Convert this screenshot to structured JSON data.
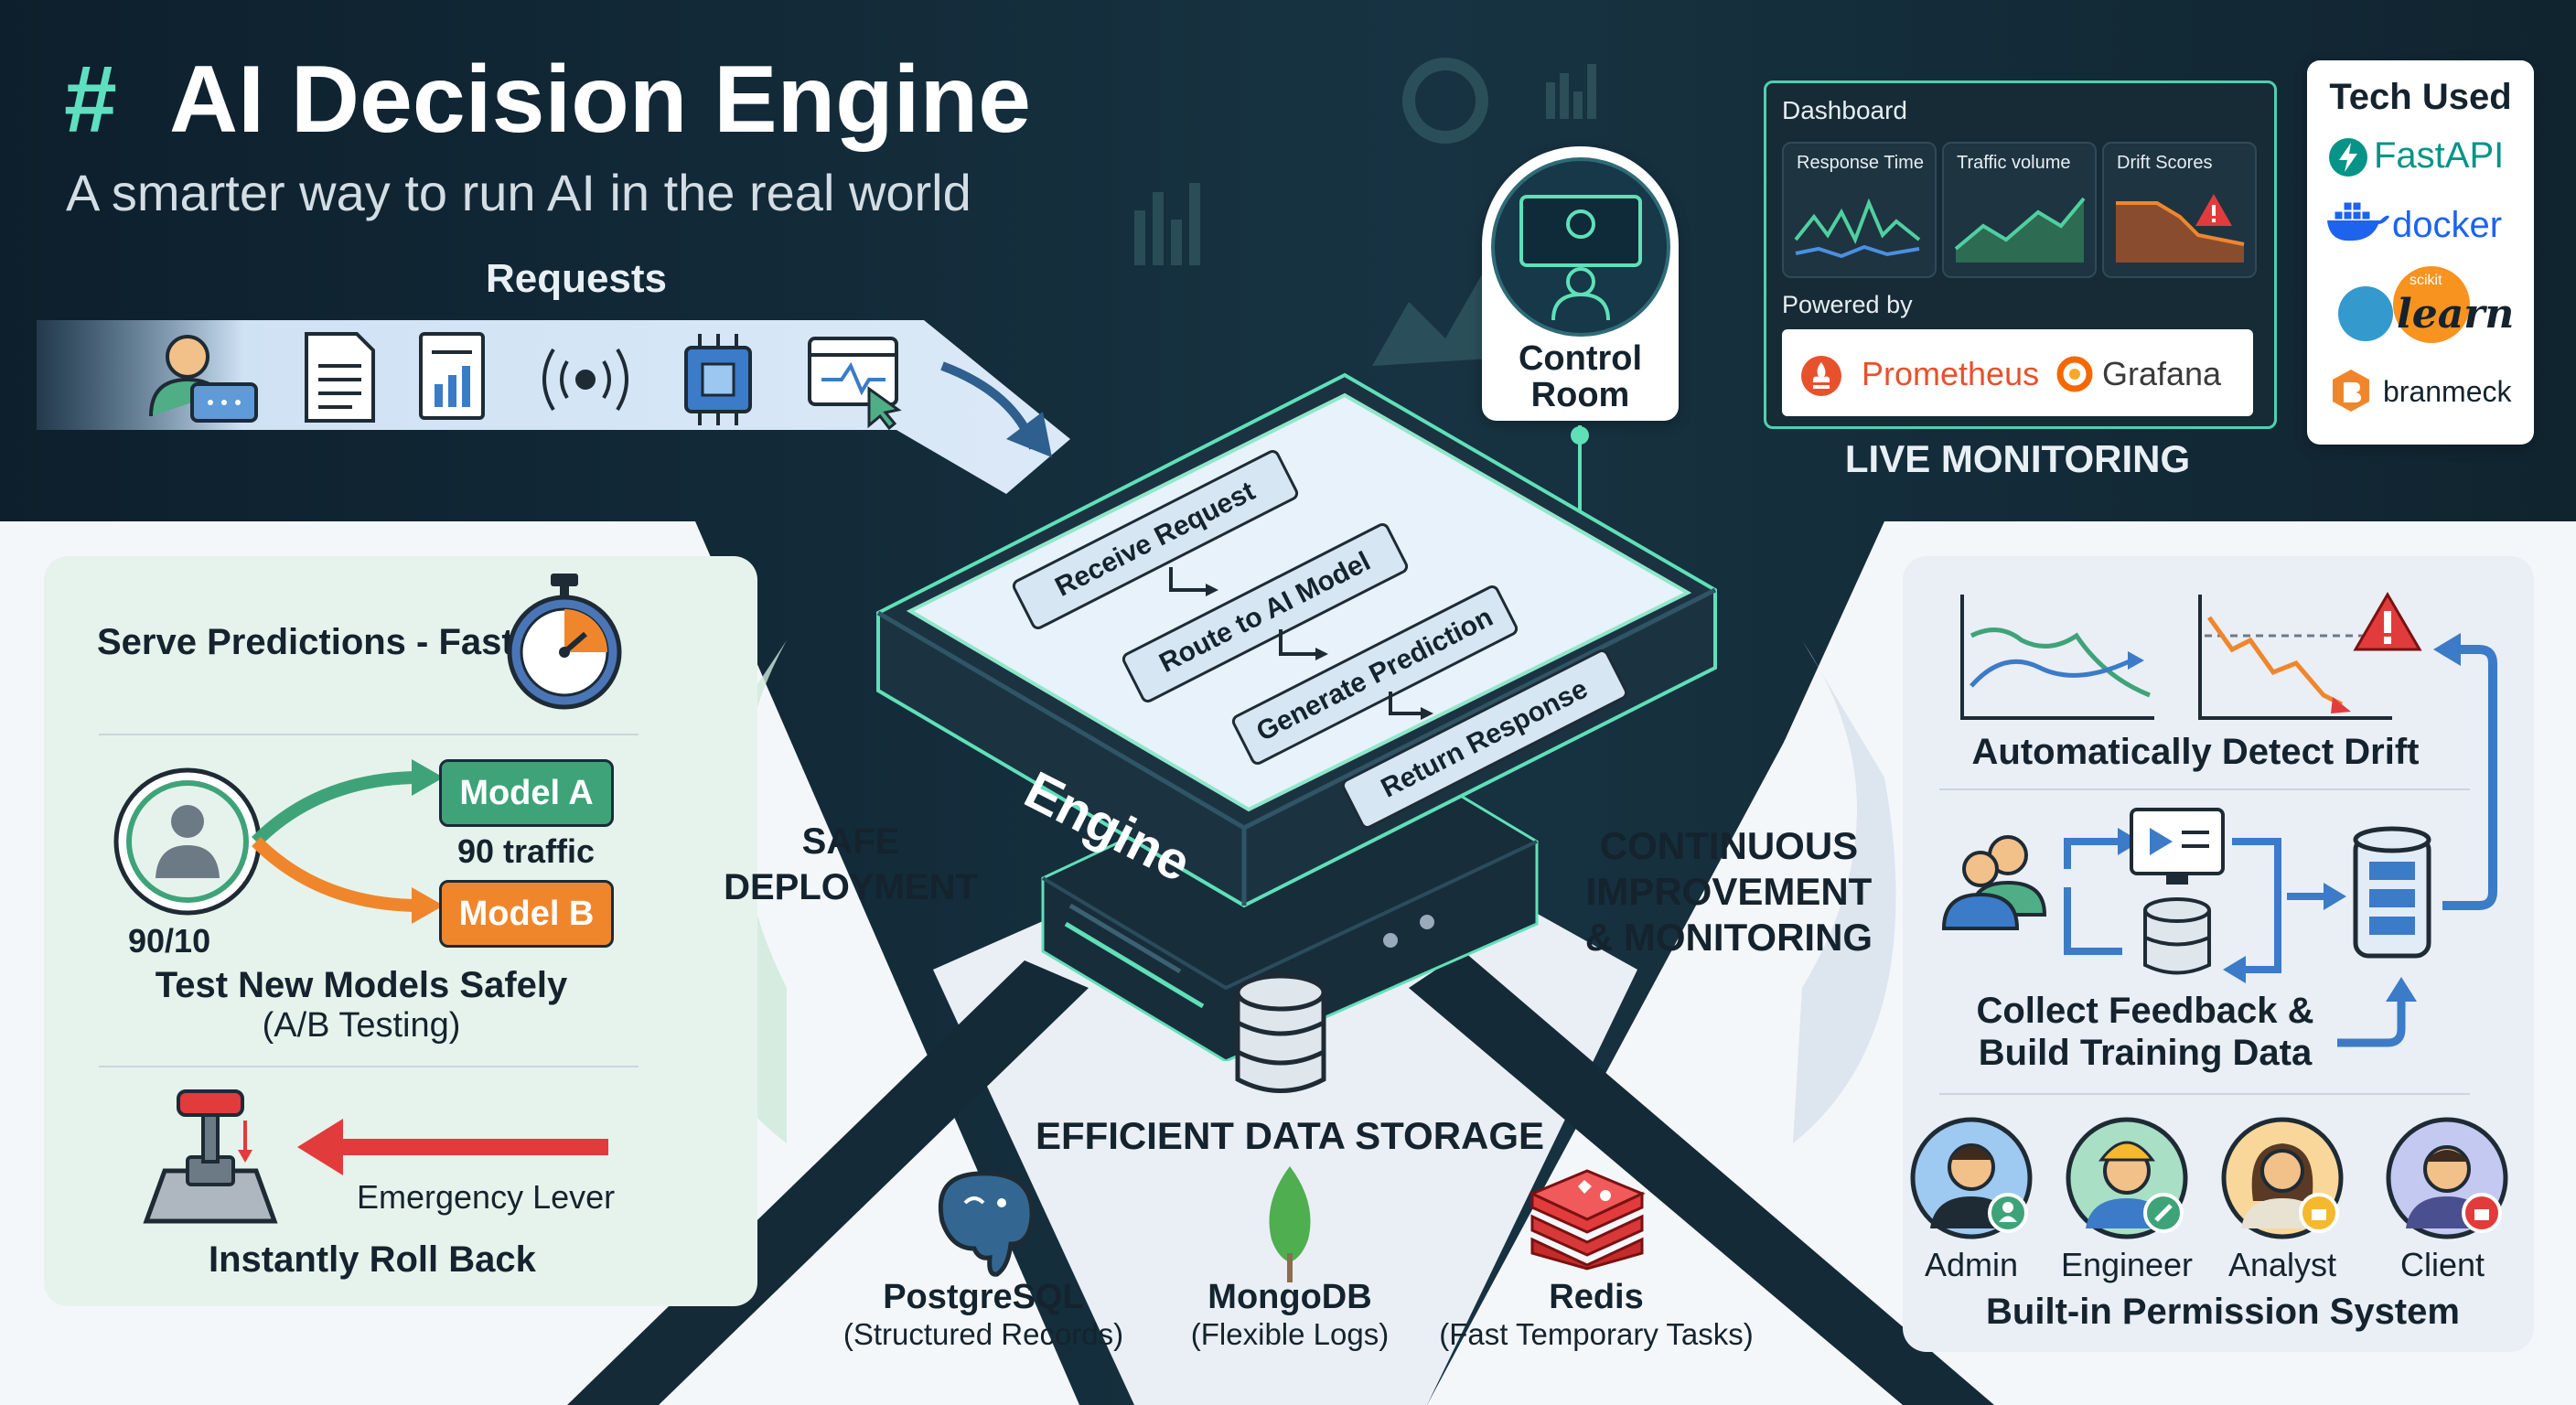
{
  "header": {
    "hash": "#",
    "title": "AI Decision Engine",
    "subtitle": "A smarter way to run AI in the real world"
  },
  "requests": {
    "label": "Requests"
  },
  "engine": {
    "label": "Engine",
    "steps": [
      "Receive Request",
      "Route to AI Model",
      "Generate Prediction",
      "Return Response"
    ]
  },
  "control_room": {
    "label_line1": "Control",
    "label_line2": "Room"
  },
  "dashboard": {
    "title": "Dashboard",
    "charts": [
      "Response Time",
      "Traffic volume",
      "Drift Scores"
    ],
    "powered_by": "Powered by",
    "tools": [
      "Prometheus",
      "Grafana"
    ],
    "section_label": "LIVE MONITORING"
  },
  "tech_used": {
    "title": "Tech Used",
    "items": [
      "FastAPI",
      "docker",
      "learn",
      "branmeck"
    ],
    "sklearn_small": "scikit"
  },
  "left_panel": {
    "serve": "Serve Predictions - Fast",
    "model_a": "Model A",
    "model_b": "Model B",
    "traffic": "90 traffic",
    "split": "90/10",
    "test_title": "Test New Models Safely",
    "test_sub": "(A/B Testing)",
    "lever": "Emergency Lever",
    "rollback": "Instantly Roll Back"
  },
  "safe_deployment": {
    "line1": "SAFE",
    "line2": "DEPLOYMENT"
  },
  "continuous": {
    "line1": "CONTINUOUS",
    "line2": "IMPROVEMENT",
    "line3": "& MONITORING"
  },
  "storage": {
    "title": "EFFICIENT DATA STORAGE",
    "dbs": [
      {
        "name": "PostgreSQL",
        "desc": "(Structured Records)"
      },
      {
        "name": "MongoDB",
        "desc": "(Flexible Logs)"
      },
      {
        "name": "Redis",
        "desc": "(Fast Temporary Tasks)"
      }
    ]
  },
  "right_panel": {
    "drift": "Automatically Detect Drift",
    "feedback_line1": "Collect Feedback &",
    "feedback_line2": "Build Training Data",
    "roles": [
      "Admin",
      "Engineer",
      "Analyst",
      "Client"
    ],
    "permission": "Built-in Permission System"
  },
  "colors": {
    "dark_bg": "#0f2533",
    "green": "#3fa37a",
    "orange": "#f0862c",
    "teal_glow": "#5fe0b8",
    "left_panel_bg": "#e8f4ee",
    "right_panel_bg": "#eaeef5"
  }
}
